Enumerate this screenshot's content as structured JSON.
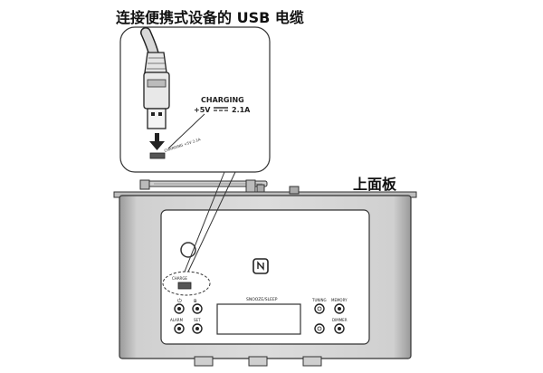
{
  "captions": {
    "top": "连接便携式设备的 USB 电缆",
    "panel": "上面板"
  },
  "callout": {
    "charging_title": "CHARGING",
    "charging_voltage": "+5V",
    "charging_current": "2.1A",
    "port_label_small": "CHARGING +5V 2.1A"
  },
  "device": {
    "port_label": "CHARGE",
    "display_label": "SNOOZE/SLEEP",
    "buttons": {
      "power": "⏻",
      "bluetooth": "ʙ",
      "alarm": "ALARM",
      "set": "SET",
      "tuning": "TUNING",
      "memory": "MEMORY",
      "dimmer": "DIMMER"
    }
  }
}
